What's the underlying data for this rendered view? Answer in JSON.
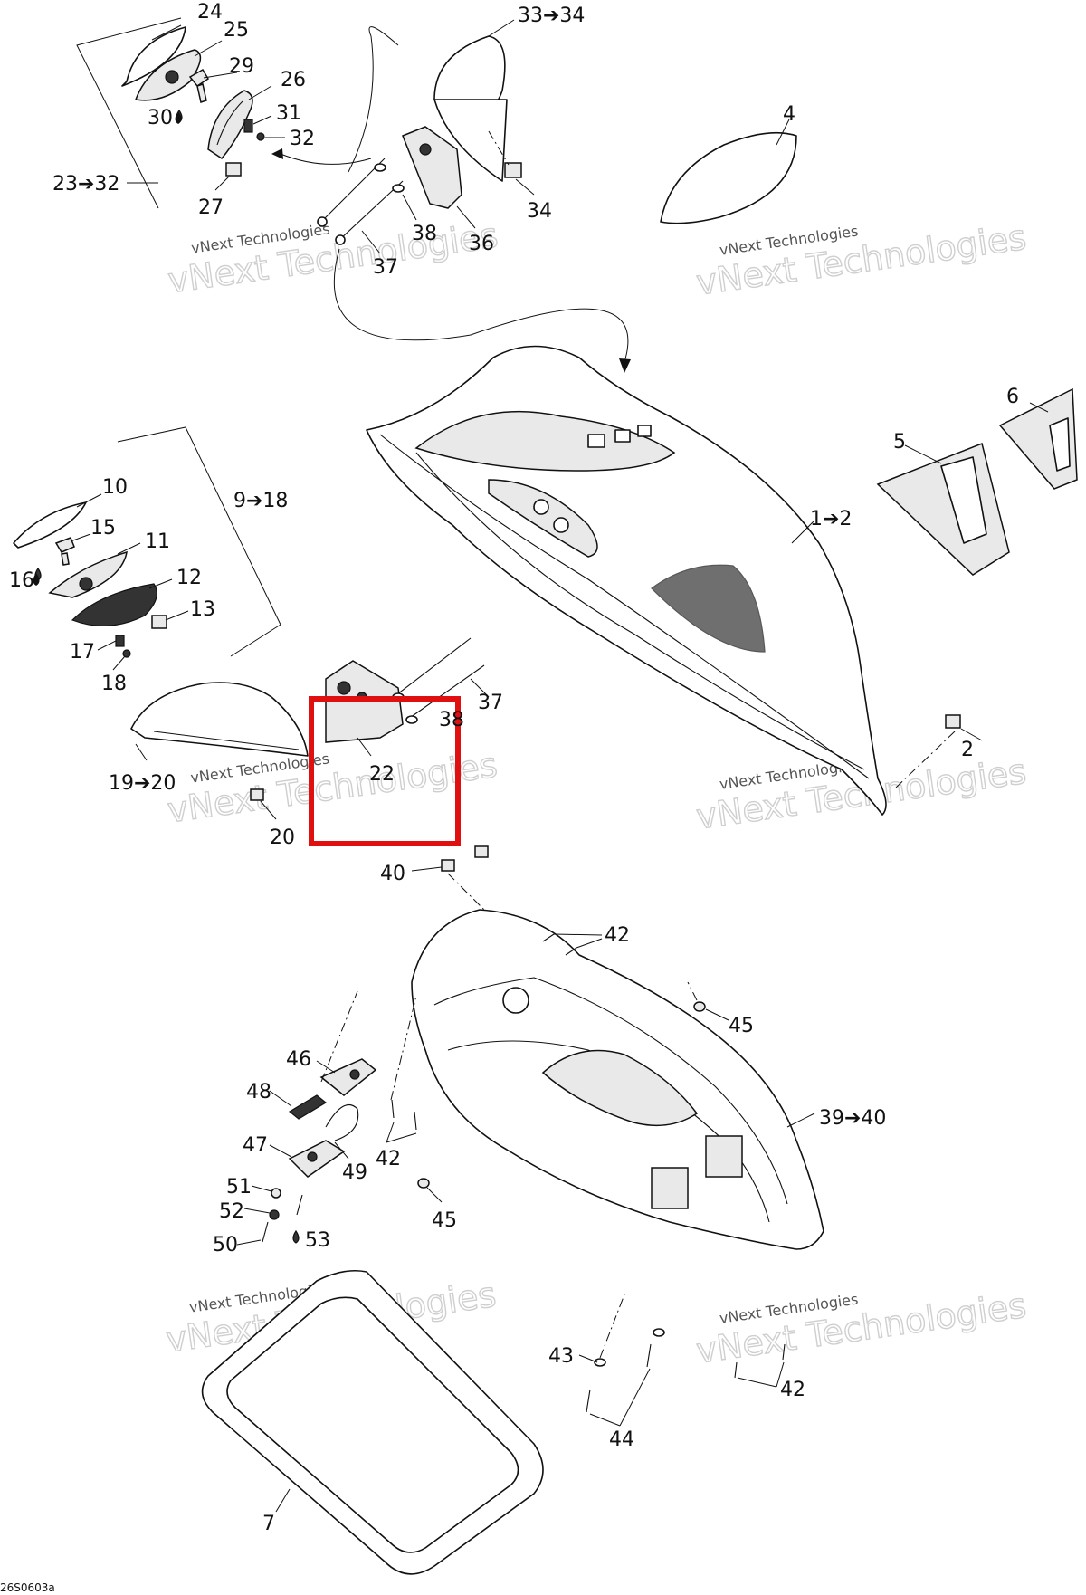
{
  "callouts": {
    "c24": "24",
    "c25": "25",
    "c29": "29",
    "c26": "26",
    "c30": "30",
    "c31": "31",
    "c32": "32",
    "c23_32": "23➔32",
    "c27": "27",
    "c33_34": "33➔34",
    "c34": "34",
    "c36": "36",
    "c37": "37",
    "c38": "38",
    "c4": "4",
    "c6": "6",
    "c5": "5",
    "c1_2": "1➔2",
    "c10": "10",
    "c9_18": "9➔18",
    "c15": "15",
    "c11": "11",
    "c16": "16",
    "c12": "12",
    "c13": "13",
    "c17": "17",
    "c18": "18",
    "c37b": "37",
    "c38b": "38",
    "c19_20": "19➔20",
    "c22": "22",
    "c20": "20",
    "c2": "2",
    "c40": "40",
    "c42a": "42",
    "c45a": "45",
    "c46": "46",
    "c48": "48",
    "c39_40": "39➔40",
    "c47": "47",
    "c42b": "42",
    "c49": "49",
    "c51": "51",
    "c52": "52",
    "c45b": "45",
    "c50": "50",
    "c53": "53",
    "c43": "43",
    "c42c": "42",
    "c44": "44",
    "c7": "7"
  },
  "watermark": {
    "line1": "vNext Technologies",
    "line2": "vNext Technologies"
  },
  "figure_code": "26S0603a",
  "highlight_color": "#e01010"
}
